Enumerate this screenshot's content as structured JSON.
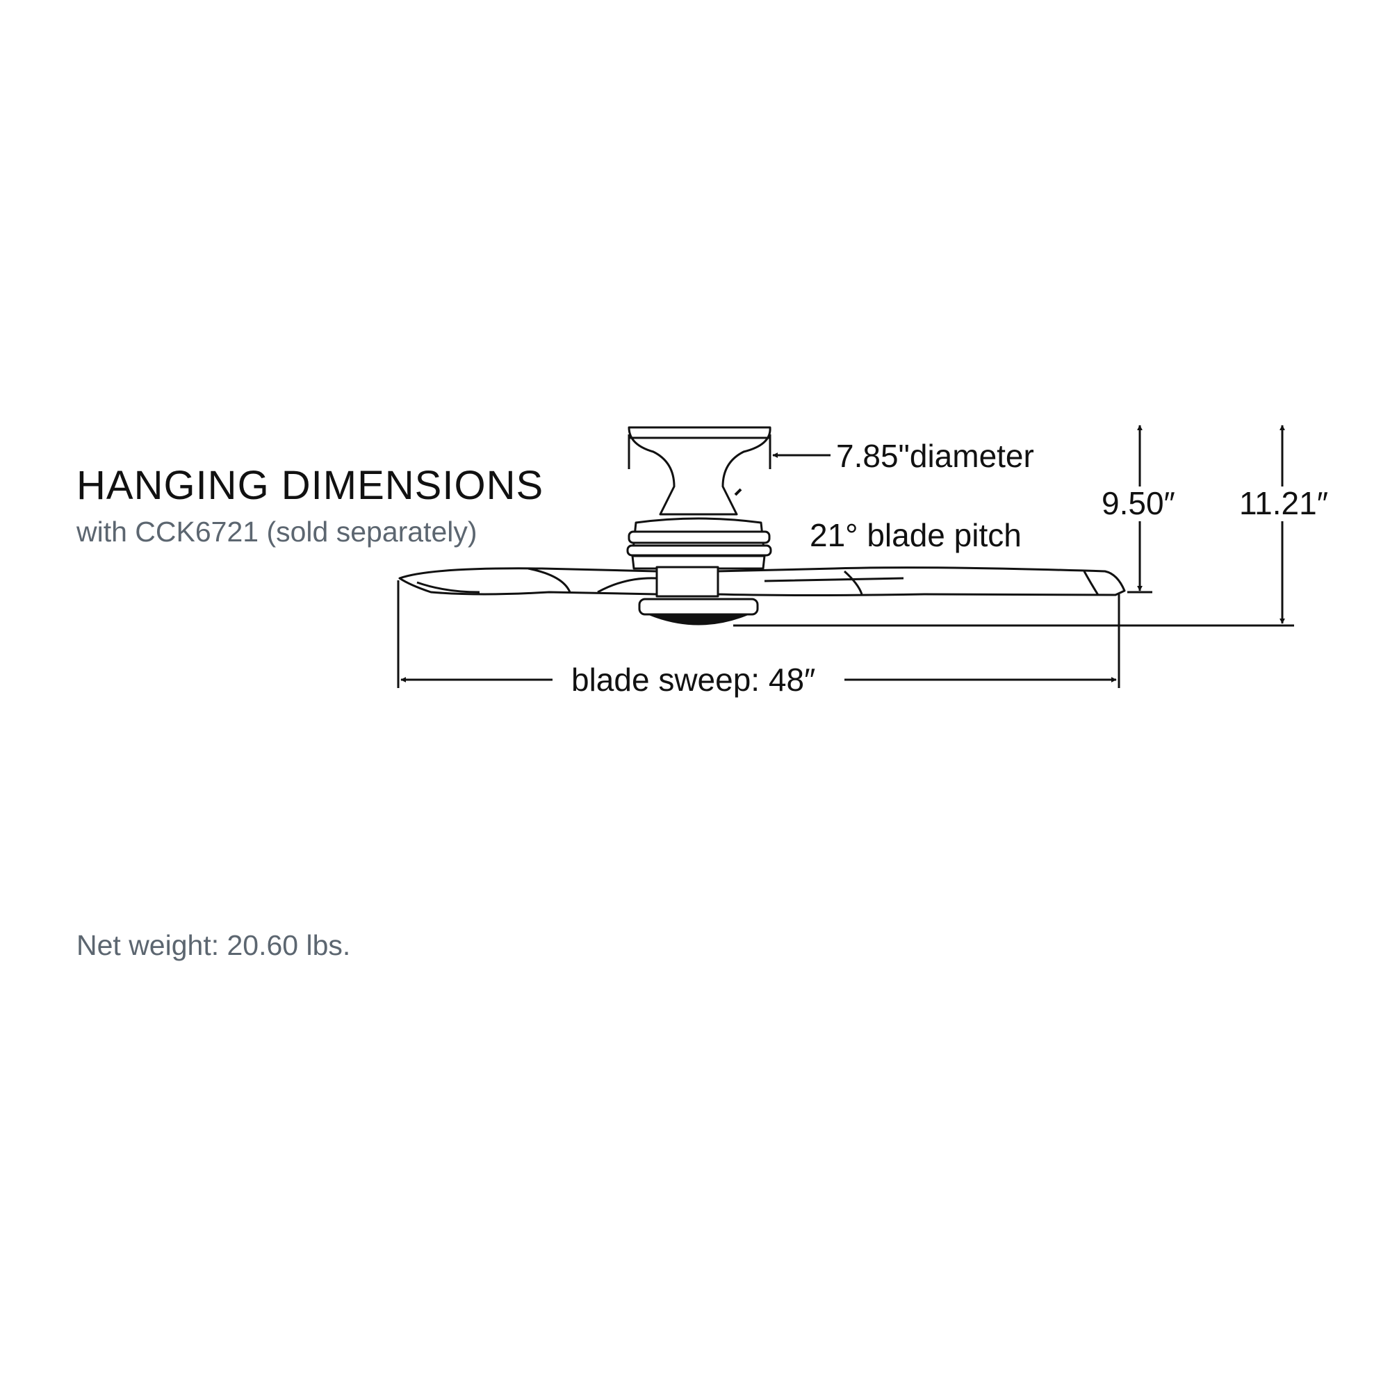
{
  "heading": {
    "title": "HANGING DIMENSIONS",
    "subtitle": "with CCK6721 (sold separately)"
  },
  "dimensions": {
    "canopy_diameter": "7.85\"diameter",
    "blade_pitch": "21° blade pitch",
    "height_to_blade": "9.50″",
    "overall_height": "11.21″",
    "blade_sweep": "blade sweep: 48″"
  },
  "footer": {
    "net_weight": "Net weight: 20.60 lbs."
  },
  "colors": {
    "line": "#111111",
    "muted_text": "#5c6670"
  }
}
